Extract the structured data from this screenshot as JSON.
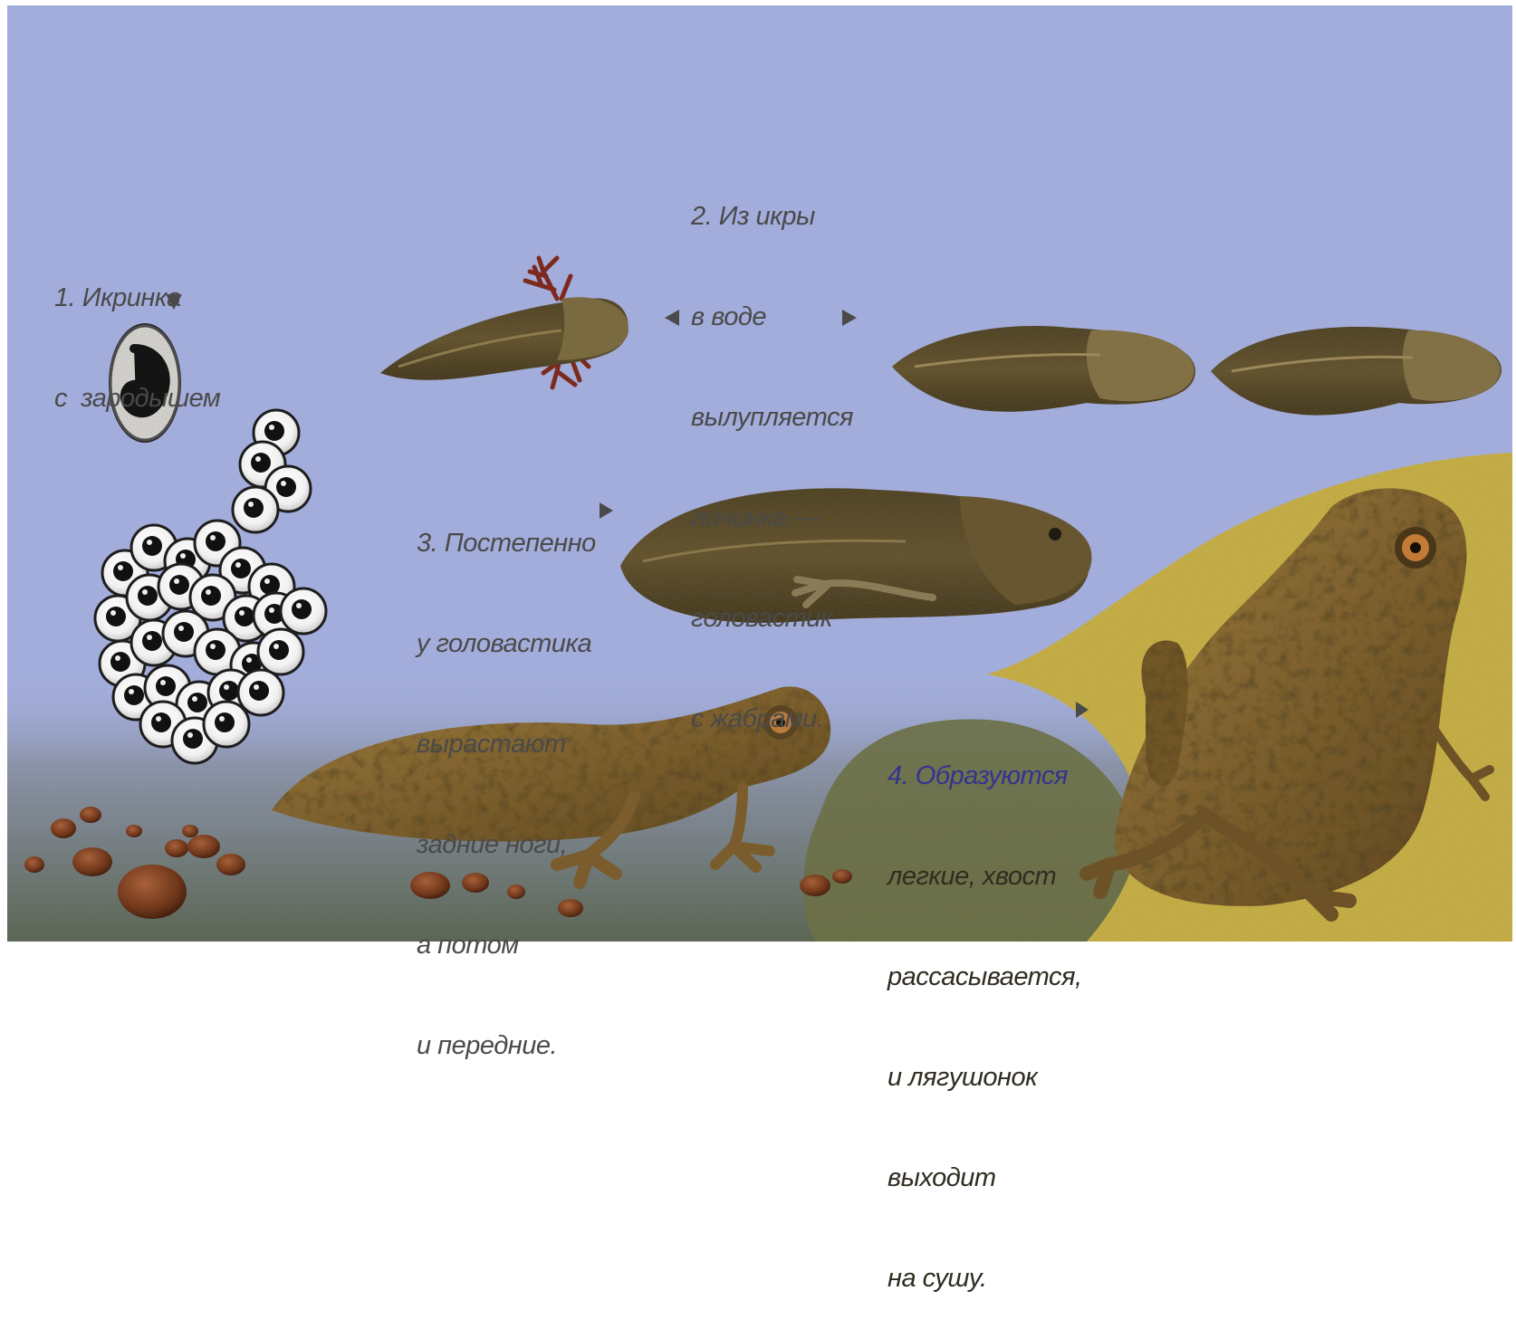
{
  "colors": {
    "sky": "#a3addb",
    "sand": "#d6bd48",
    "pond_bottom": "#5f6a57",
    "egg_jelly": "#f4f4f4",
    "embryo": "#191919",
    "tadpole": "#4b3b21",
    "frog": "#8a6a33",
    "gills": "#7d2a1e",
    "caption_text": "#4a4a4a",
    "caption4_first_line": "#34348e"
  },
  "captions": {
    "c1": [
      "1. Икринка",
      "с  зародышем"
    ],
    "c2": [
      "2. Из икры",
      "в воде",
      "вылупляется",
      "личинка —",
      "головастик",
      "с жабрами."
    ],
    "c3": [
      "3. Постепенно",
      "у головастика",
      "вырастают",
      "задние ноги,",
      "а потом",
      "и передние."
    ],
    "c4": [
      "4. Образуются",
      "легкие, хвост",
      "рассасывается,",
      "и лягушонок",
      "выходит",
      "на сушу."
    ]
  }
}
